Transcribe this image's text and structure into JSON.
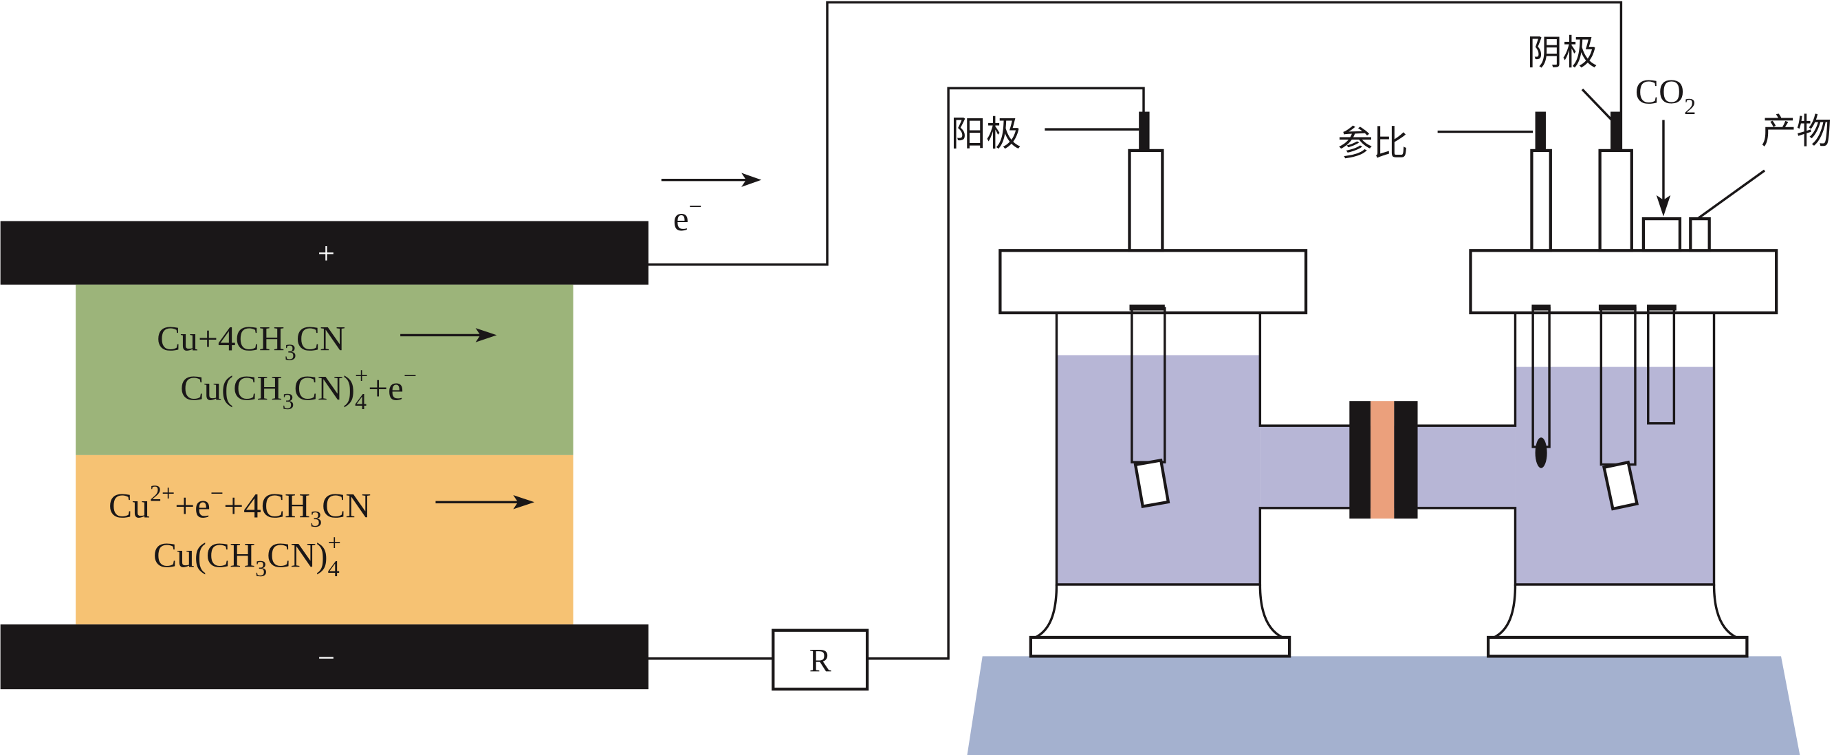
{
  "battery": {
    "positive_symbol": "+",
    "negative_symbol": "−",
    "upper_reaction": {
      "line1_a": "Cu+4CH",
      "line1_sub": "3",
      "line1_b": "CN",
      "line2_a": "Cu(CH",
      "line2_sub": "3",
      "line2_b": "CN)",
      "line2_sub2": "4",
      "line2_sup": "+",
      "line2_c": "+e",
      "line2_sup2": "−"
    },
    "lower_reaction": {
      "line1_a": "Cu",
      "line1_sup": "2+",
      "line1_b": "+e",
      "line1_sup2": "−",
      "line1_c": "+4CH",
      "line1_sub": "3",
      "line1_d": "CN",
      "line2_a": "Cu(CH",
      "line2_sub": "3",
      "line2_b": "CN)",
      "line2_sub2": "4",
      "line2_sup": "+"
    },
    "colors": {
      "plate": "#1a1718",
      "upper_layer": "#9cb47a",
      "lower_layer": "#f6c273"
    }
  },
  "circuit": {
    "electron_label": "e",
    "electron_sup": "−",
    "resistor_label": "R"
  },
  "cell": {
    "anode_label": "阳极",
    "cathode_label": "阴极",
    "reference_label": "参比",
    "gas_in_label_a": "CO",
    "gas_in_label_sub": "2",
    "product_label": "产物",
    "colors": {
      "electrolyte": "#b7b6d6",
      "membrane": "#eba07c",
      "bench": "#a4b1cf"
    }
  }
}
